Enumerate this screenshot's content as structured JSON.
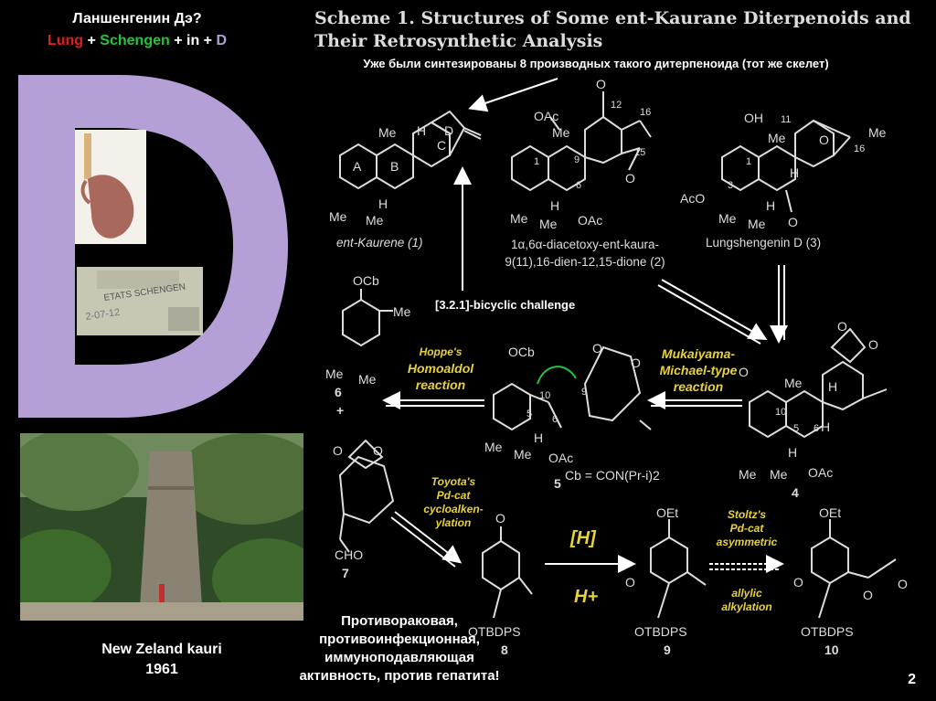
{
  "slide": {
    "title": "Ланшенгенин Дэ?",
    "etymology": {
      "lung": "Lung",
      "plus1": " + ",
      "schengen": "Schengen",
      "plus2": " + in + ",
      "d": "D"
    },
    "big_letter": "D",
    "scheme_title_line1": "Scheme 1. Structures of Some ent-Kaurane Diterpenoids and",
    "scheme_title_line2": "Their Retrosynthetic Analysis",
    "note": "Уже были синтезированы 8 производных такого дитерпеноида (тот же скелет)",
    "tree_caption_line1": "New Zeland kauri",
    "tree_caption_line2": "1961",
    "activity_line1": "Противораковая,",
    "activity_line2": "противоинфекционная,",
    "activity_line3": "иммуноподавляющая",
    "activity_line4": "активность, против гепатита!",
    "page_number": "2",
    "colors": {
      "lung": "#e02020",
      "schengen": "#22c440",
      "d_letter": "#b49fd6",
      "reagent": "#e8d23a"
    }
  },
  "scheme": {
    "compound1_name": "ent-Kaurene (1)",
    "compound2_name_line1": "1α,6α-diacetoxy-ent-kaura-",
    "compound2_name_line2": "9(11),16-dien-12,15-dione (2)",
    "compound3_name": "Lungshengenin D (3)",
    "bicyclic_challenge": "[3.2.1]-bicyclic challenge",
    "hoppe_line1": "Hoppe's",
    "hoppe_line2": "Homoaldol",
    "hoppe_line3": "reaction",
    "mukaiyama_line1": "Mukaiyama-",
    "mukaiyama_line2": "Michael-type",
    "mukaiyama_line3": "reaction",
    "toyota_line1": "Toyota's",
    "toyota_line2": "Pd-cat",
    "toyota_line3": "cycloalken-",
    "toyota_line4": "ylation",
    "stoltz_line1": "Stoltz's",
    "stoltz_line2": "Pd-cat",
    "stoltz_line3": "asymmetric",
    "stoltz_line4": "allylic",
    "stoltz_line5": "alkylation",
    "reduction": "[H]",
    "acid": "H+",
    "cb_definition": "Cb = CON(Pr-i)2",
    "ring_labels": {
      "a": "A",
      "b": "B",
      "c": "C",
      "d": "D"
    },
    "atoms": {
      "me": "Me",
      "h": "H",
      "oac": "OAc",
      "ocb": "OCb",
      "oh": "OH",
      "aco": "AcO",
      "oet": "OEt",
      "otbdps": "OTBDPS",
      "cho": "CHO",
      "o": "O"
    },
    "compound_numbers": {
      "c4": "4",
      "c5": "5",
      "c6": "6",
      "c7": "7",
      "c8": "8",
      "c9": "9",
      "c10": "10",
      "plus": "+"
    },
    "locants": {
      "n1": "1",
      "n3": "3",
      "n5": "5",
      "n6": "6",
      "n9": "9",
      "n10": "10",
      "n11": "11",
      "n12": "12",
      "n15": "15",
      "n16": "16"
    }
  }
}
